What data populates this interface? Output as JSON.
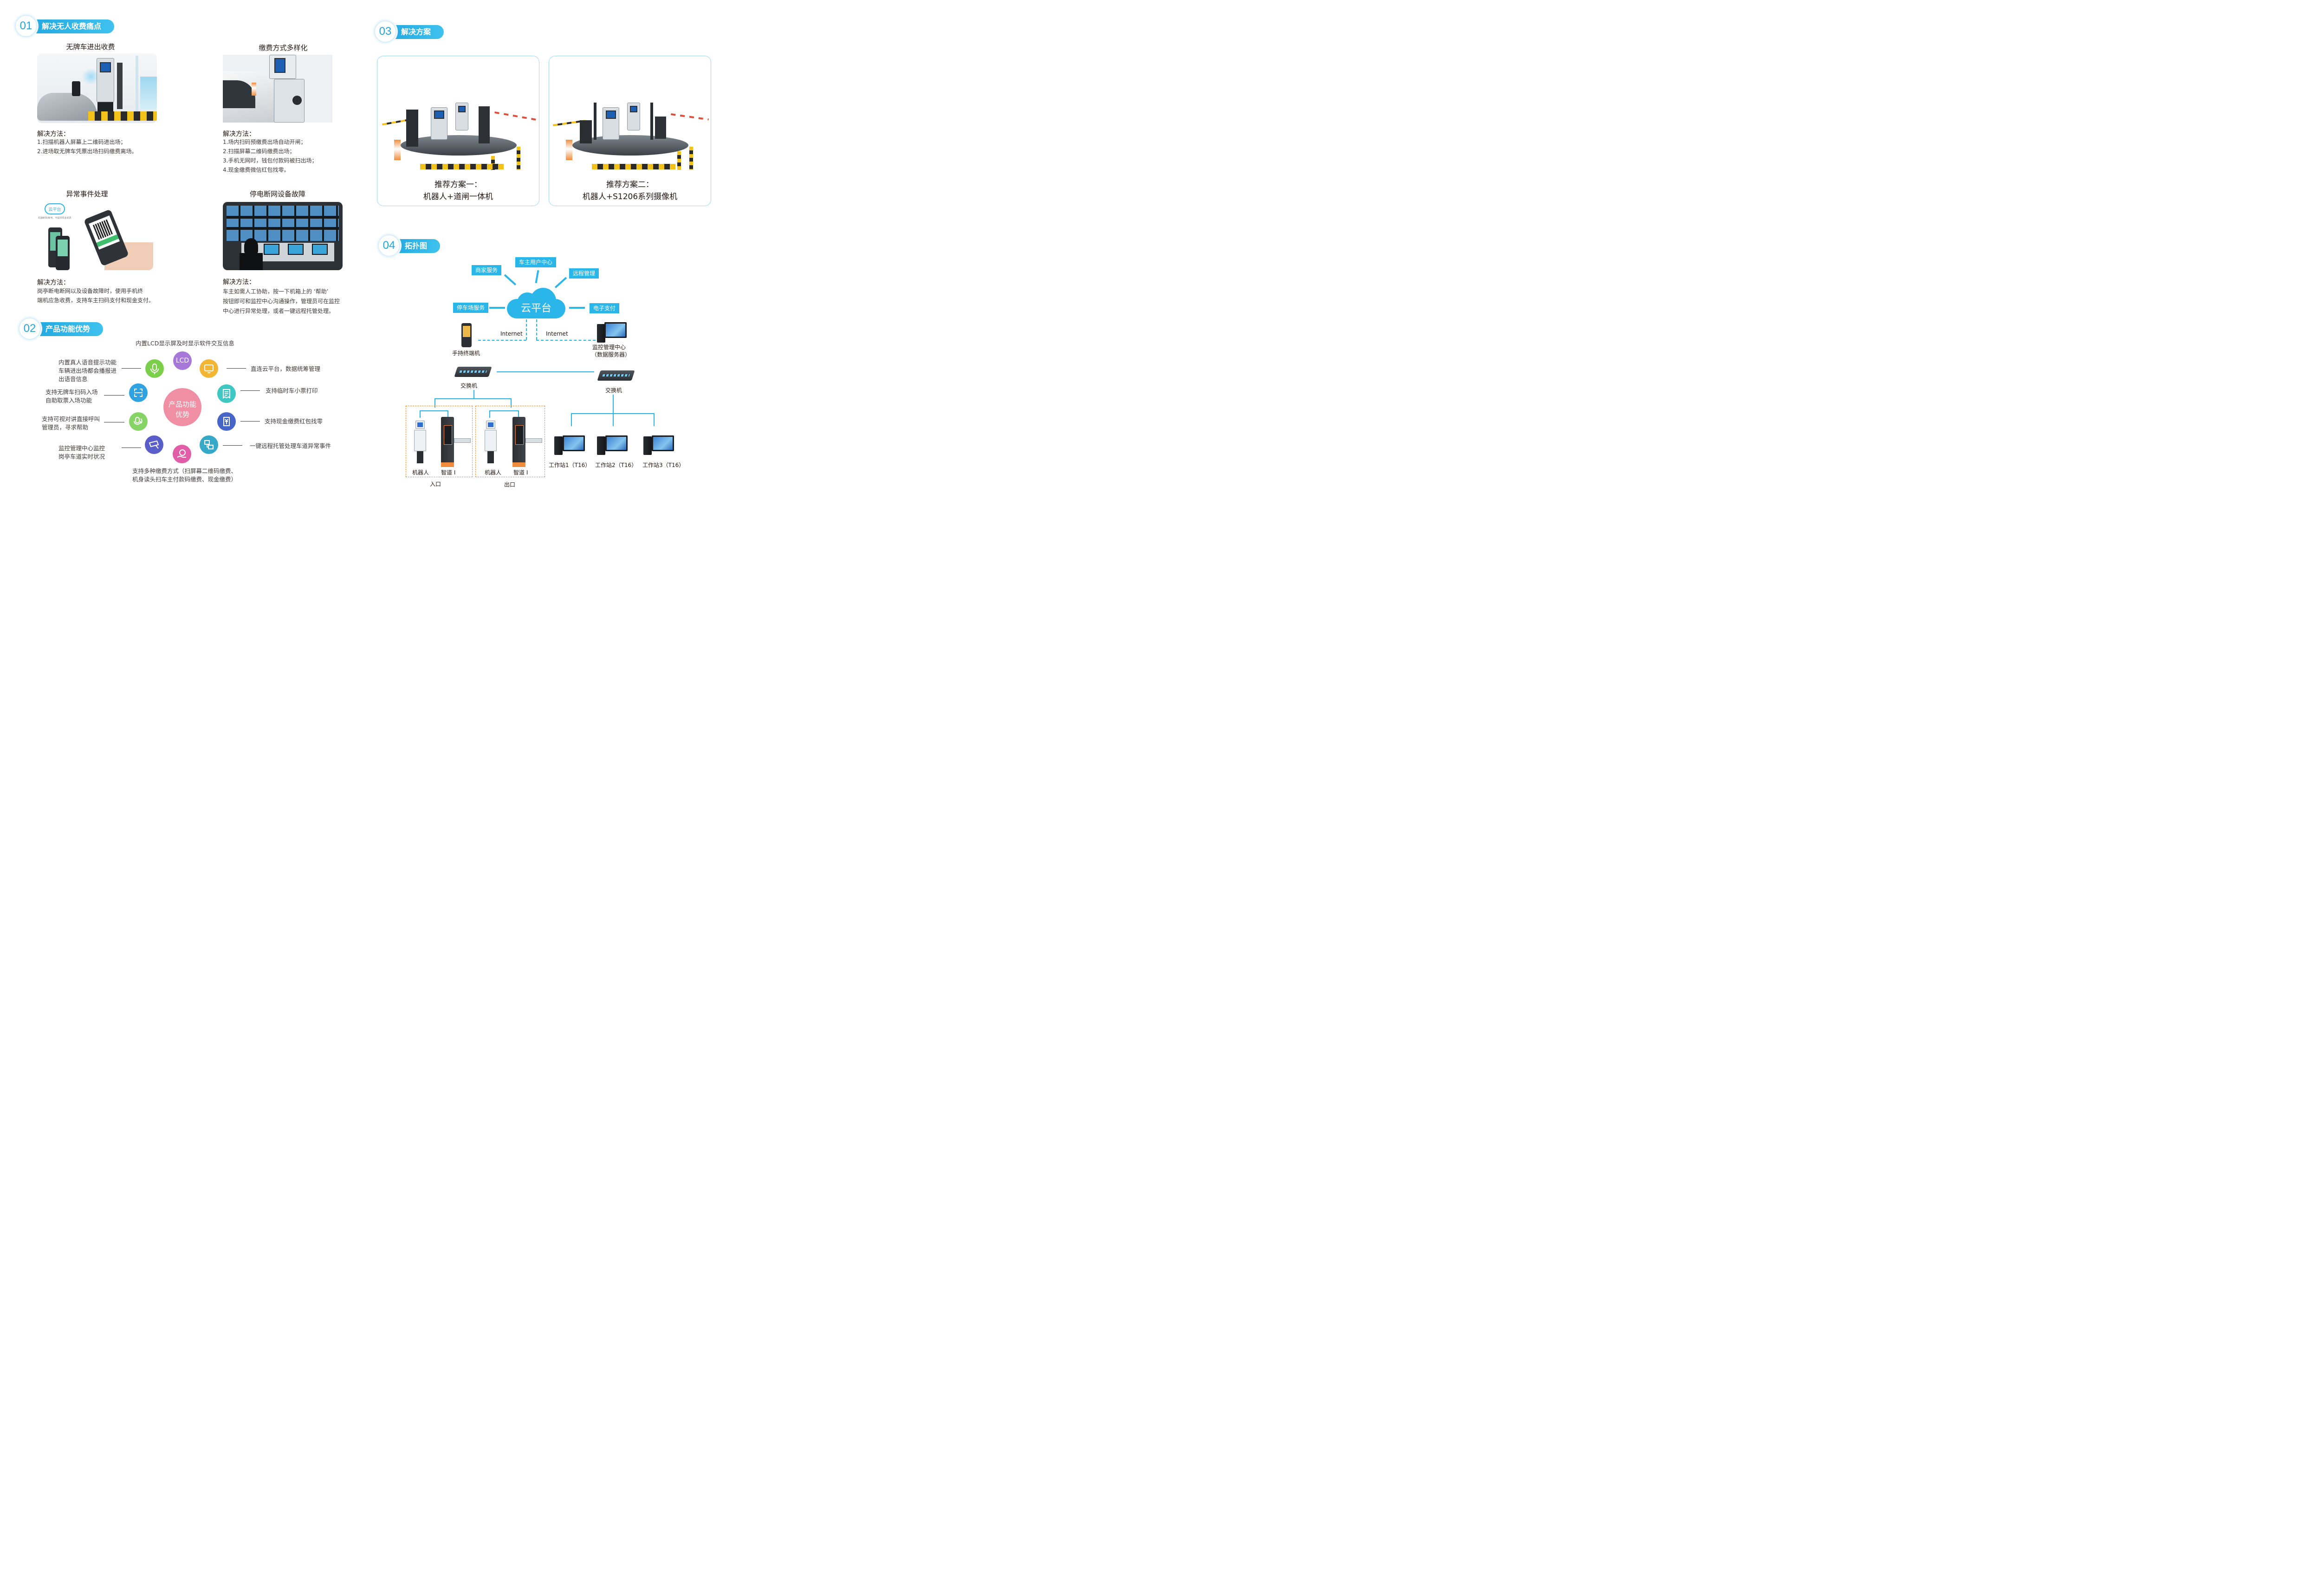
{
  "s1": {
    "num": "01",
    "title": "解决无人收费痛点",
    "items": [
      {
        "title": "无牌车进出收费",
        "label": "解决方法：",
        "lines": [
          "1.扫描机器人屏幕上二维码进出场；",
          "2.进场取无牌车凭票出场扫码缴费离场。"
        ]
      },
      {
        "title": "缴费方式多样化",
        "label": "解决方法：",
        "lines": [
          "1.场内扫码预缴费出场自动开闸；",
          "2.扫描屏幕二维码缴费出场；",
          "3.手机无网时，钱包付款码被扫出场；",
          "4.现金缴费微信红包找零。"
        ]
      },
      {
        "title": "异常事件处理",
        "label": "解决方法：",
        "lines": [
          "岗亭断电断网以及设备故障时，使用手机终",
          "端机应急收费，支持车主扫码支付和现金支付。"
        ],
        "cloud": "云平台",
        "cloud_sub": "机器断网/断电，可提供现金收费"
      },
      {
        "title": "停电断网设备故障",
        "label": "解决方法：",
        "lines": [
          "车主如需人工协助，按一下机箱上的 ‘帮助’",
          "按钮即可和监控中心沟通操作，管理员可在监控",
          "中心进行异常处理，或者一键远程托管处理。"
        ]
      }
    ]
  },
  "s2": {
    "num": "02",
    "title": "产品功能优势",
    "center": [
      "产品功能",
      "优势"
    ],
    "lcd": "LCD",
    "features": {
      "top": "内置LCD显示屏及时显示软件交互信息",
      "voice": [
        "内置真人语音提示功能",
        "车辆进出场都会播报进",
        "出语音信息"
      ],
      "scan": [
        "支持无牌车扫码入场",
        "自助取票入场功能"
      ],
      "intercom": [
        "支持可视对讲直接呼叫",
        "管理员，寻求帮助"
      ],
      "monitor": [
        "监控管理中心监控",
        "岗亭车道实时状况"
      ],
      "pay": [
        "支持多种缴费方式（扫屏幕二维码缴费、",
        "机身读头扫车主付款码缴费、现金缴费）"
      ],
      "cloud": "直连云平台，数据统筹管理",
      "ticket": "支持临时车小票打印",
      "cash": "支持现金缴费红包找零",
      "remote": "一键远程托管处理车道异常事件"
    },
    "colors": {
      "lcd": "#a678d8",
      "voice": "#7ccf4b",
      "cloud": "#f2b534",
      "scan": "#2fa3e2",
      "ticket": "#3fc7c4",
      "intercom": "#86d366",
      "cash": "#4565c8",
      "monitor": "#5a5ec8",
      "pay": "#e15da8",
      "remote": "#37a9c8",
      "center": "#f08fa3"
    }
  },
  "s3": {
    "num": "03",
    "title": "解决方案",
    "schemes": [
      {
        "line1": "推荐方案一：",
        "line2": "机器人+道闸一体机"
      },
      {
        "line1": "推荐方案二：",
        "line2": "机器人+S1206系列摄像机"
      }
    ]
  },
  "s4": {
    "num": "04",
    "title": "拓扑图",
    "cloud": "云平台",
    "services": {
      "merchant": "商家服务",
      "owner": "车主用户中心",
      "remote": "远程管理",
      "parking": "停车场服务",
      "pay": "电子支付"
    },
    "internet": "Internet",
    "handheld": "手持终端机",
    "center": [
      "监控管理中心",
      "（数据服务器）"
    ],
    "switch": "交换机",
    "robot": "机器人",
    "gate": "智道 I",
    "entry": "入口",
    "exit": "出口",
    "workstations": [
      "工作站1（T16）",
      "工作站2（T16）",
      "工作站3（T16）"
    ]
  }
}
